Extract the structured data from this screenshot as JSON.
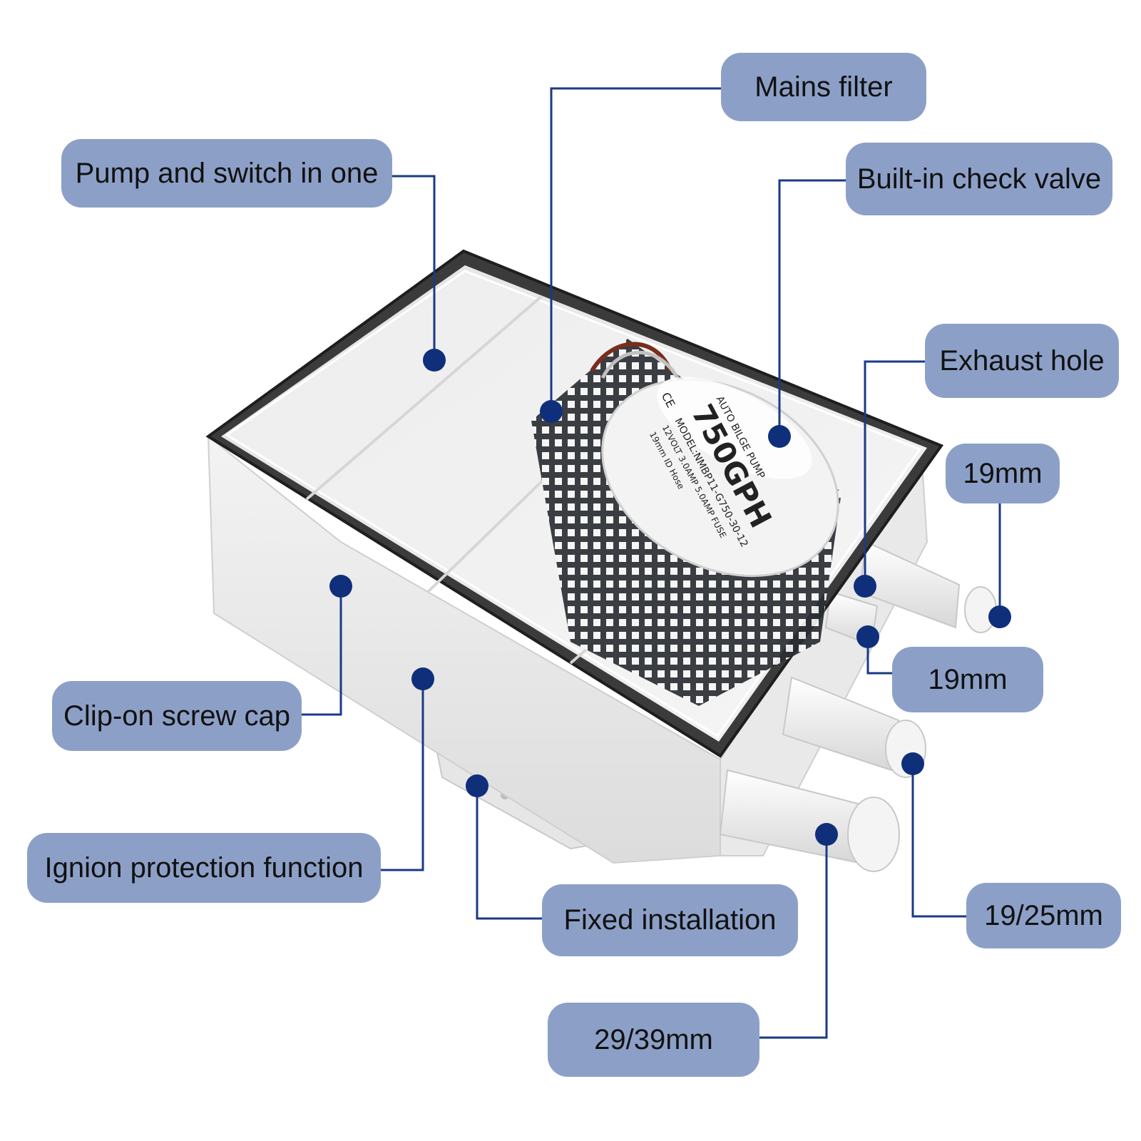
{
  "labels": {
    "pump_switch": "Pump and switch in one",
    "mains_filter": "Mains filter",
    "check_valve": "Built-in check valve",
    "exhaust_hole": "Exhaust hole",
    "size_19_top": "19mm",
    "size_19_mid": "19mm",
    "clip_cap": "Clip-on screw cap",
    "ignition": "Ignion protection function",
    "fixed_install": "Fixed installation",
    "size_19_25": "19/25mm",
    "size_29_39": "29/39mm"
  },
  "pump_markings": {
    "brand": "AUTO BILGE PUMP",
    "capacity": "750GPH",
    "model": "MODEL:NMBP11-G750-30-12",
    "specs": "12VOLT 3.0AMP 5.0AMP FUSE",
    "hose": "19mm ID Hose",
    "cert": "CE"
  },
  "colors": {
    "label_bg": "#8ca0c7",
    "leader_line": "#1a3a85",
    "marker_dot": "#0f2f7a"
  }
}
